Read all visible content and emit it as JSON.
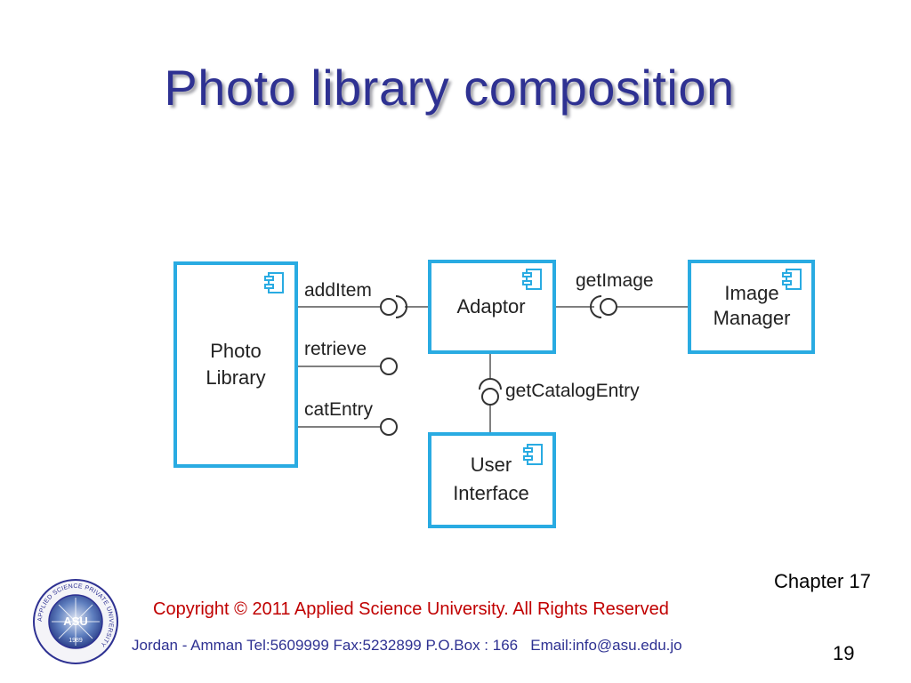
{
  "slide": {
    "title": "Photo library composition",
    "chapter": "Chapter 17",
    "copyright": "Copyright  © 2011 Applied Science University. All Rights Reserved",
    "address": "Jordan - Amman Tel:5609999 Fax:5232899 P.O.Box : 166   Email:info@asu.edu.jo",
    "page_number": "19"
  },
  "diagram": {
    "components": {
      "photo_library": [
        "Photo",
        "Library"
      ],
      "adaptor": [
        "Adaptor"
      ],
      "image_manager": [
        "Image",
        "Manager"
      ],
      "user_interface": [
        "User",
        "Interface"
      ]
    },
    "interfaces": {
      "add_item": "addItem",
      "retrieve": "retrieve",
      "cat_entry": "catEntry",
      "get_image": "getImage",
      "get_catalog_entry": "getCatalogEntry"
    }
  },
  "logo": {
    "text": "ASU",
    "year": "1989",
    "ring_text": "APPLIED SCIENCE PRIVATE UNIVERSITY"
  },
  "colors": {
    "title": "#2e3192",
    "component_border": "#29abe2",
    "copyright": "#c00000",
    "address": "#2e3192"
  }
}
